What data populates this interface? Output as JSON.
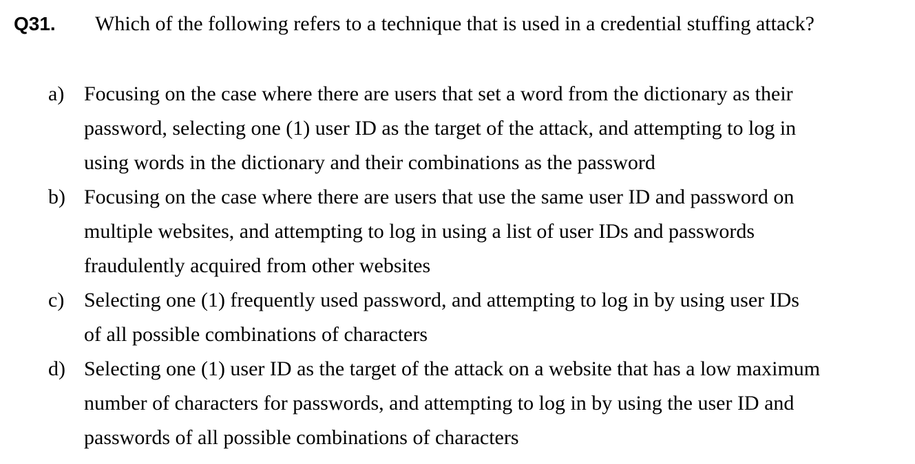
{
  "question": {
    "number": "Q31.",
    "text": "Which of the following refers to a technique that is used in a credential stuffing attack?"
  },
  "options": [
    {
      "label": "a)",
      "lines": [
        "Focusing on the case where there are users that set a word from the dictionary as their",
        "password, selecting one (1) user ID as the target of the attack, and attempting to log in",
        "using words in the dictionary and their combinations as the password"
      ]
    },
    {
      "label": "b)",
      "lines": [
        "Focusing on the case where there are users that use the same user ID and password on",
        "multiple websites, and attempting to log in using a list of user IDs and passwords",
        "fraudulently acquired from other websites"
      ]
    },
    {
      "label": "c)",
      "lines": [
        "Selecting one (1) frequently used password, and attempting to log in by using user IDs",
        "of all possible combinations of characters"
      ]
    },
    {
      "label": "d)",
      "lines": [
        "Selecting one (1) user ID as the target of the attack on a website that has a low maximum",
        "number of characters for passwords, and attempting to log in by using the user ID and",
        "passwords of all possible combinations of characters"
      ]
    }
  ]
}
